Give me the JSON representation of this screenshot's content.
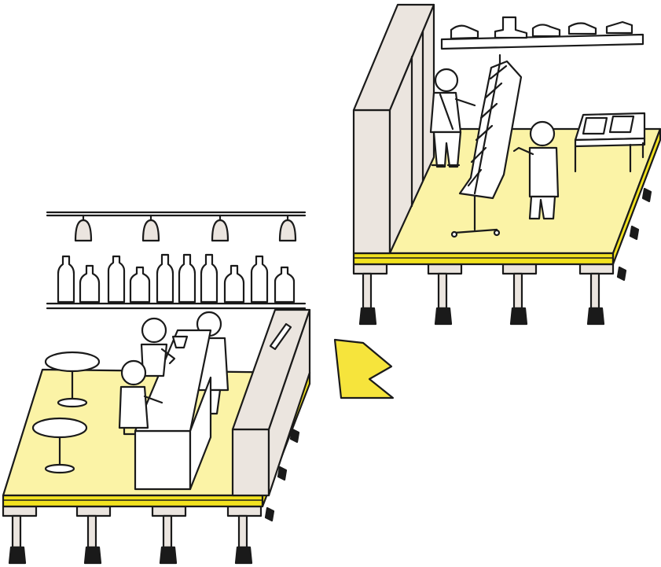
{
  "illustration": {
    "scenes": [
      {
        "name": "clothing-shop-stage",
        "icons": [
          "shoe-shelf",
          "clothes-rack",
          "shopper",
          "shop-clerk",
          "display-table"
        ]
      },
      {
        "name": "bar-stage",
        "icons": [
          "pendant-lamp",
          "bottle-shelf",
          "bartender",
          "customer",
          "bar-counter",
          "round-table"
        ]
      }
    ],
    "arrow": {
      "direction": "down-left",
      "icon": "arrow-icon"
    },
    "colors": {
      "floor": "#fbf3a6",
      "floor_edge": "#f2e21f",
      "wall": "#ebe5df",
      "outline": "#1a1a1a",
      "arrow": "#f6e43c",
      "background": "#ffffff"
    }
  }
}
